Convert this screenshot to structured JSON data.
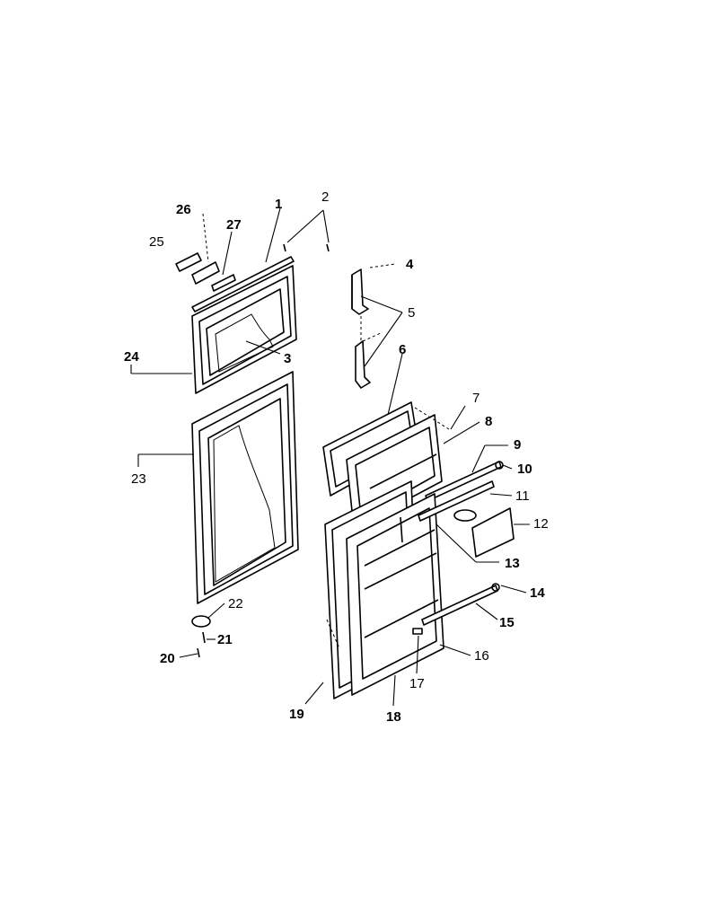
{
  "diagram": {
    "callouts": [
      {
        "id": "1",
        "text": "1"
      },
      {
        "id": "2",
        "text": "2"
      },
      {
        "id": "3",
        "text": "3"
      },
      {
        "id": "4",
        "text": "4"
      },
      {
        "id": "5",
        "text": "5"
      },
      {
        "id": "6",
        "text": "6"
      },
      {
        "id": "7",
        "text": "7"
      },
      {
        "id": "8",
        "text": "8"
      },
      {
        "id": "9",
        "text": "9"
      },
      {
        "id": "10",
        "text": "10"
      },
      {
        "id": "11",
        "text": "11"
      },
      {
        "id": "12",
        "text": "12"
      },
      {
        "id": "13",
        "text": "13"
      },
      {
        "id": "14",
        "text": "14"
      },
      {
        "id": "15",
        "text": "15"
      },
      {
        "id": "16",
        "text": "16"
      },
      {
        "id": "17",
        "text": "17"
      },
      {
        "id": "18",
        "text": "18"
      },
      {
        "id": "19",
        "text": "19"
      },
      {
        "id": "20",
        "text": "20"
      },
      {
        "id": "21",
        "text": "21"
      },
      {
        "id": "22",
        "text": "22"
      },
      {
        "id": "23",
        "text": "23"
      },
      {
        "id": "24",
        "text": "24"
      },
      {
        "id": "25",
        "text": "25"
      },
      {
        "id": "26",
        "text": "26"
      },
      {
        "id": "27",
        "text": "27"
      }
    ]
  }
}
